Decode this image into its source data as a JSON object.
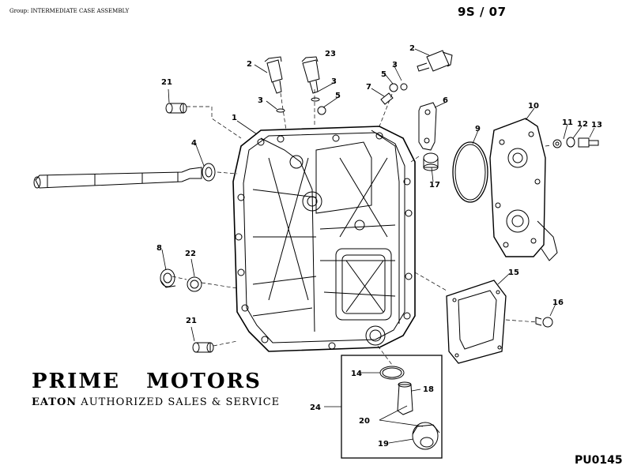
{
  "header": {
    "group_label": "Group: INTERMEDIATE CASE ASSEMBLY",
    "page_code": "9S / 07"
  },
  "footer": {
    "brand": "PRIME   MOTORS",
    "dealer_brand": "EATON",
    "dealer_text": " AUTHORIZED SALES & SERVICE",
    "doc_id": "PU0145"
  },
  "callouts": [
    "1",
    "2",
    "2",
    "3",
    "3",
    "3",
    "4",
    "5",
    "5",
    "6",
    "7",
    "8",
    "9",
    "10",
    "11",
    "12",
    "13",
    "14",
    "15",
    "16",
    "17",
    "18",
    "19",
    "20",
    "21",
    "21",
    "22",
    "23",
    "24"
  ]
}
